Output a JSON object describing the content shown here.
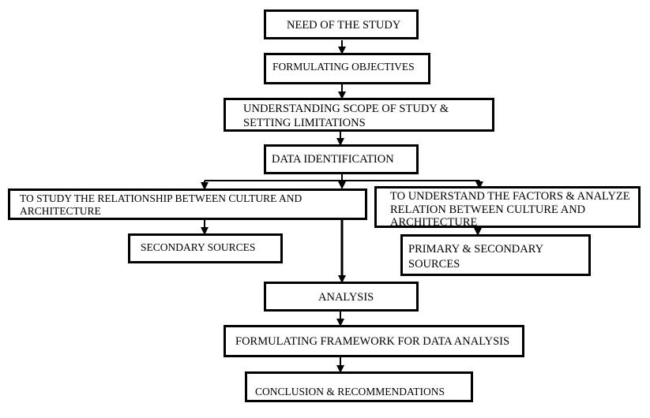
{
  "boxes": {
    "need_of_study": "NEED OF THE STUDY",
    "formulating_objectives": "FORMULATING OBJECTIVES",
    "scope_line1": "UNDERSTANDING SCOPE OF STUDY &",
    "scope_line2": "SETTING LIMITATIONS",
    "data_identification": "DATA IDENTIFICATION",
    "relationship_line1": "TO STUDY THE RELATIONSHIP BETWEEN CULTURE AND",
    "relationship_line2": "ARCHITECTURE",
    "factors_line1": "TO UNDERSTAND THE FACTORS & ANALYZE",
    "factors_line2": "RELATION BETWEEN CULTURE AND",
    "factors_line3": "ARCHITECTURE",
    "secondary_sources": "SECONDARY SOURCES",
    "primary_secondary_line1": "PRIMARY & SECONDARY",
    "primary_secondary_line2": "SOURCES",
    "analysis": "ANALYSIS",
    "framework": "FORMULATING FRAMEWORK FOR DATA ANALYSIS",
    "conclusion": "CONCLUSION & RECOMMENDATIONS"
  },
  "colors": {
    "stroke": "#000000",
    "background": "#ffffff"
  }
}
